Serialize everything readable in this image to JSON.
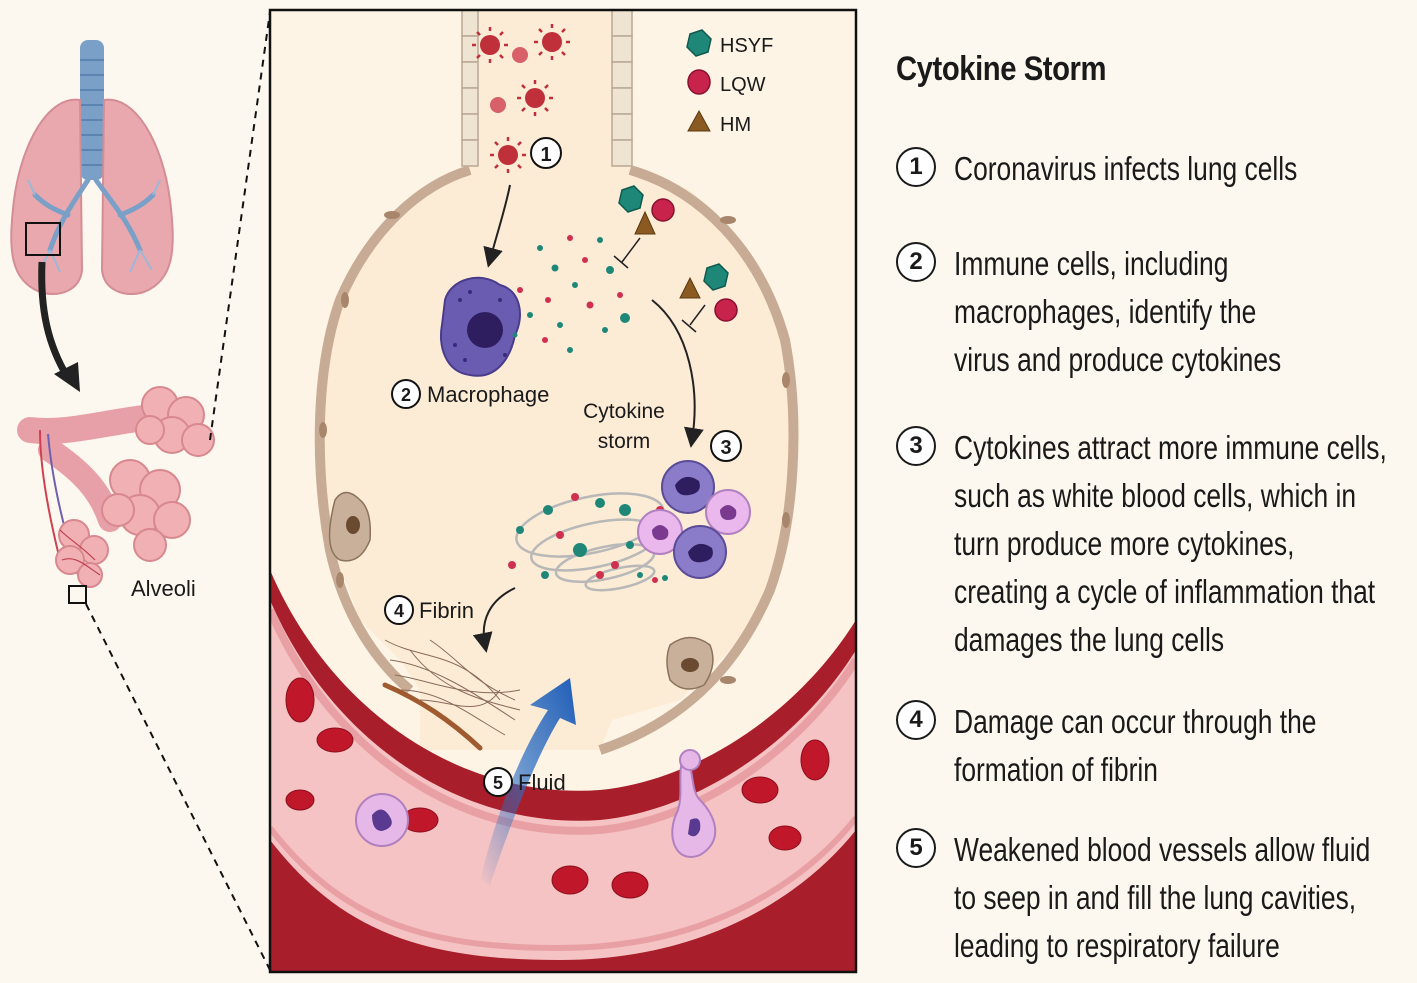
{
  "legend": [
    {
      "label": "HSYF",
      "color": "#1e8778"
    },
    {
      "label": "LQW",
      "color": "#c8234a"
    },
    {
      "label": "HM",
      "color": "#8a5a20"
    }
  ],
  "diagram": {
    "alveoli_label": "Alveoli",
    "marker_1": "1",
    "marker_2": "2",
    "macrophage_label": "Macrophage",
    "cytokine_storm_label_line1": "Cytokine",
    "cytokine_storm_label_line2": "storm",
    "marker_3": "3",
    "marker_4": "4",
    "fibrin_label": "Fibrin",
    "marker_5": "5",
    "fluid_label": "Fluid"
  },
  "panel": {
    "title": "Cytokine Storm",
    "steps": [
      {
        "num": "1",
        "text": "Coronavirus infects lung cells"
      },
      {
        "num": "2",
        "text": "Immune cells, including\nmacrophages, identify the\nvirus and produce cytokines"
      },
      {
        "num": "3",
        "text": "Cytokines attract more immune cells,\nsuch as white blood cells, which in\nturn produce more cytokines,\ncreating a cycle of inflammation that\ndamages the lung cells"
      },
      {
        "num": "4",
        "text": "Damage can occur through the\nformation of fibrin"
      },
      {
        "num": "5",
        "text": "Weakened blood vessels allow fluid\nto seep in and fill the lung cavities,\nleading to respiratory failure"
      }
    ]
  }
}
